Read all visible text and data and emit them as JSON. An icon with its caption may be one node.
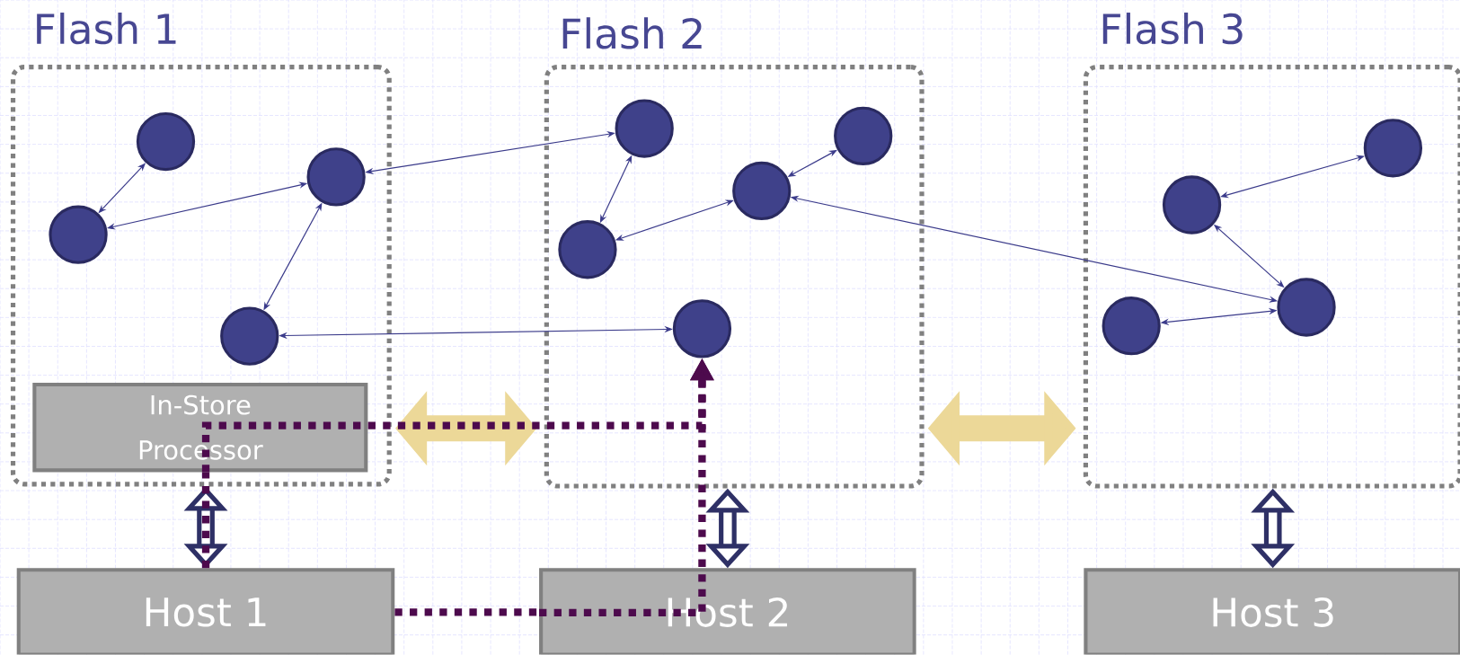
{
  "diagram": {
    "nodes": [
      {
        "text": [
          "Flash 1"
        ]
      },
      {
        "text": [],
        "shape": "circle",
        "in": 0
      },
      {
        "text": [],
        "shape": "circle",
        "in": 0
      },
      {
        "text": [],
        "shape": "circle",
        "in": 0
      },
      {
        "text": [],
        "shape": "circle",
        "in": 0
      },
      {
        "text": [
          "In-Store Processor"
        ],
        "in": 0
      },
      {
        "text": [
          "Flash 2"
        ]
      },
      {
        "text": [],
        "shape": "circle",
        "in": 6
      },
      {
        "text": [],
        "shape": "circle",
        "in": 6
      },
      {
        "text": [],
        "shape": "circle",
        "in": 6
      },
      {
        "text": [],
        "shape": "circle",
        "in": 6
      },
      {
        "text": [],
        "shape": "circle",
        "in": 6
      },
      {
        "text": [
          "Flash 3"
        ]
      },
      {
        "text": [],
        "shape": "circle",
        "in": 12
      },
      {
        "text": [],
        "shape": "circle",
        "in": 12
      },
      {
        "text": [],
        "shape": "circle",
        "in": 12
      },
      {
        "text": [],
        "shape": "circle",
        "in": 12
      },
      {
        "text": [
          "Host 1"
        ]
      },
      {
        "text": [
          "Host 2"
        ]
      },
      {
        "text": [
          "Host 3"
        ]
      }
    ],
    "edges": [
      {
        "from": 1,
        "to": 3,
        "arrow": "both"
      },
      {
        "from": 3,
        "to": 2,
        "arrow": "both"
      },
      {
        "from": 2,
        "to": 4,
        "arrow": "both"
      },
      {
        "from": 2,
        "to": 7,
        "arrow": "both"
      },
      {
        "from": 4,
        "to": 11,
        "arrow": "both"
      },
      {
        "from": 7,
        "to": 10,
        "arrow": "both"
      },
      {
        "from": 8,
        "to": 9,
        "arrow": "both"
      },
      {
        "from": 9,
        "to": 10,
        "arrow": "both"
      },
      {
        "from": 9,
        "to": 15,
        "arrow": "both"
      },
      {
        "from": 13,
        "to": 14,
        "arrow": "both"
      },
      {
        "from": 14,
        "to": 15,
        "arrow": "both"
      },
      {
        "from": 15,
        "to": 16,
        "arrow": "both"
      },
      {
        "from": 0,
        "to": 6,
        "arrow": "both",
        "style": "thick",
        "color": "#ecd898"
      },
      {
        "from": 6,
        "to": 12,
        "arrow": "both",
        "style": "thick",
        "color": "#ecd898"
      },
      {
        "from": 17,
        "to": 0,
        "arrow": "both",
        "style": "thick",
        "color": "#2e3066"
      },
      {
        "from": 18,
        "to": 6,
        "arrow": "both",
        "style": "thick",
        "color": "#2e3066"
      },
      {
        "from": 19,
        "to": 12,
        "arrow": "both",
        "style": "thick",
        "color": "#2e3066"
      },
      {
        "from": 17,
        "to": 5,
        "arrow": "none",
        "style": "dashed",
        "color": "#4d0a4d"
      },
      {
        "from": 5,
        "to": 11,
        "arrow": "to",
        "style": "dashed",
        "color": "#4d0a4d"
      },
      {
        "from": 17,
        "to": 18,
        "arrow": "none",
        "style": "dashed",
        "color": "#4d0a4d"
      },
      {
        "from": 18,
        "to": 11,
        "arrow": "to",
        "style": "dashed",
        "color": "#4d0a4d"
      }
    ]
  }
}
